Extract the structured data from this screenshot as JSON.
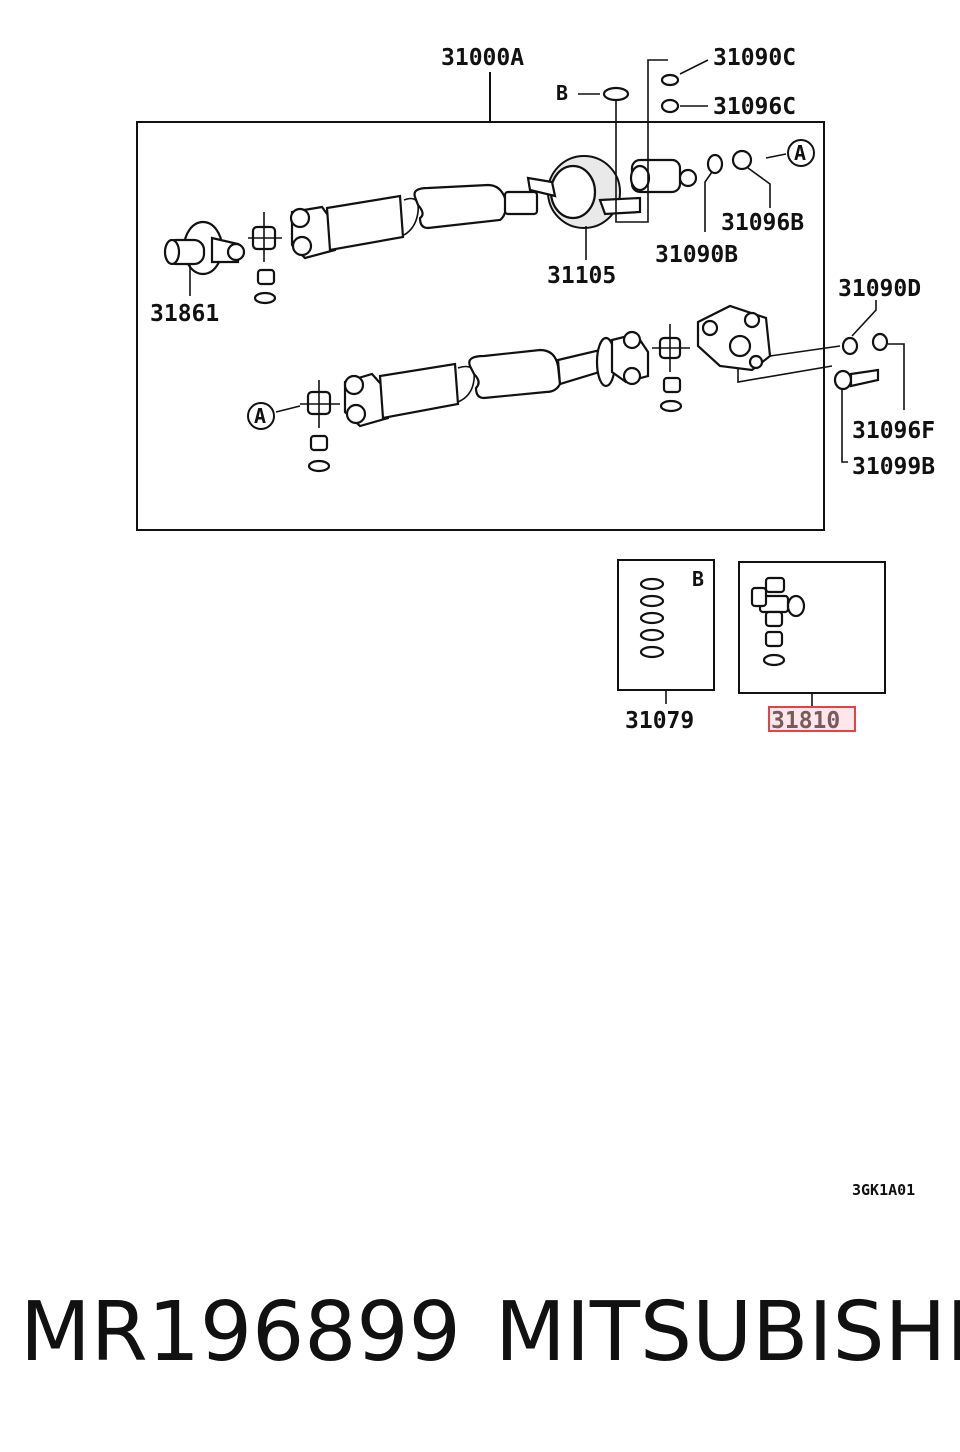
{
  "labels": {
    "assembly": "31000A",
    "washer_c": "31090C",
    "nut_c": "31096C",
    "nut_b": "31096B",
    "washer_b": "31090B",
    "center_bearing": "31105",
    "flange_yoke": "31861",
    "washer_d": "31090D",
    "nut_f": "31096F",
    "bolt_b": "31099B",
    "kit_b": "31079",
    "spider_kit": "31810",
    "ref_b": "B",
    "ref_a": "A",
    "diagram_code": "3GK1A01"
  },
  "footer": {
    "part_number": "MR196899",
    "brand": "MITSUBISHI"
  },
  "colors": {
    "highlight_border": "#e24444",
    "highlight_fill": "#fde7ec"
  }
}
